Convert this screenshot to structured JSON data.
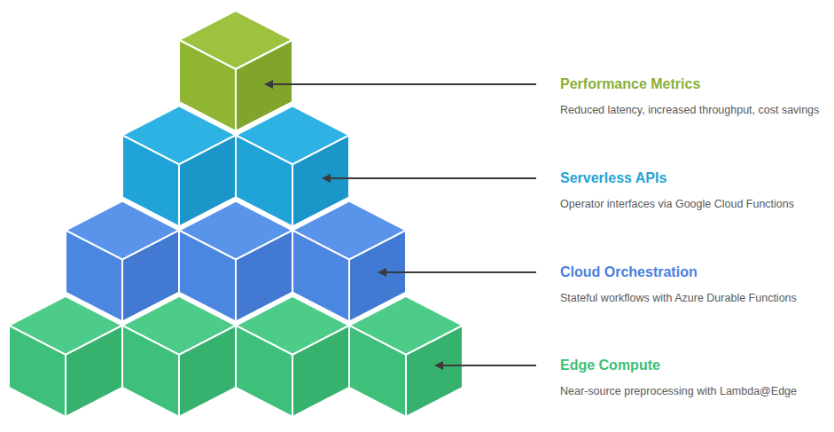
{
  "diagram": {
    "labels": [
      "Performance Metrics",
      "Reduced latency, increased throughput, cost savings",
      "Serverless APIs",
      "Operator interfaces via Google Cloud Functions",
      "Cloud Orchestration",
      "Stateful workflows with Azure Durable Functions",
      "Edge Compute",
      "Near-source preprocessing with Lambda@Edge"
    ]
  }
}
